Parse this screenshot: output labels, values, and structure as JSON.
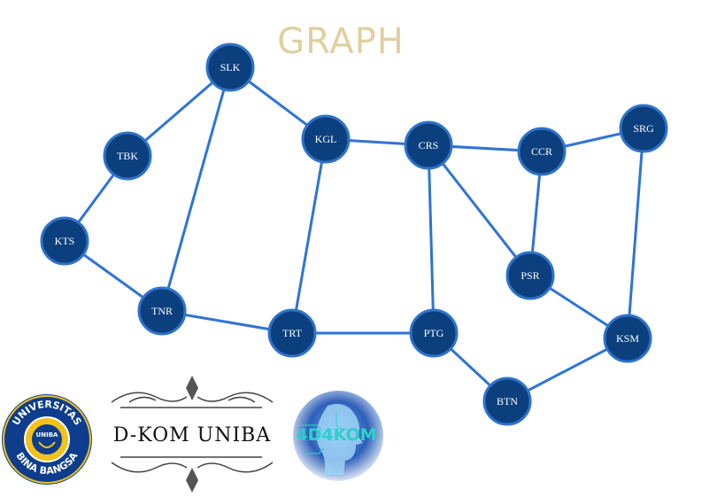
{
  "title": "GRAPH",
  "nodes": [
    {
      "id": "SLK",
      "label": "SLK"
    },
    {
      "id": "TBK",
      "label": "TBK"
    },
    {
      "id": "KGL",
      "label": "KGL"
    },
    {
      "id": "CRS",
      "label": "CRS"
    },
    {
      "id": "CCR",
      "label": "CCR"
    },
    {
      "id": "SRG",
      "label": "SRG"
    },
    {
      "id": "KTS",
      "label": "KTS"
    },
    {
      "id": "PSR",
      "label": "PSR"
    },
    {
      "id": "TNR",
      "label": "TNR"
    },
    {
      "id": "TRT",
      "label": "TRT"
    },
    {
      "id": "PTG",
      "label": "PTG"
    },
    {
      "id": "KSM",
      "label": "KSM"
    },
    {
      "id": "BTN",
      "label": "BTN"
    }
  ],
  "edges": [
    [
      "SLK",
      "TBK"
    ],
    [
      "SLK",
      "KGL"
    ],
    [
      "SLK",
      "TNR"
    ],
    [
      "TBK",
      "KTS"
    ],
    [
      "KTS",
      "TNR"
    ],
    [
      "TNR",
      "TRT"
    ],
    [
      "TRT",
      "PTG"
    ],
    [
      "TRT",
      "KGL"
    ],
    [
      "KGL",
      "CRS"
    ],
    [
      "CRS",
      "CCR"
    ],
    [
      "CRS",
      "PSR"
    ],
    [
      "CRS",
      "PTG"
    ],
    [
      "CCR",
      "SRG"
    ],
    [
      "CCR",
      "PSR"
    ],
    [
      "SRG",
      "KSM"
    ],
    [
      "PSR",
      "KSM"
    ],
    [
      "KSM",
      "BTN"
    ],
    [
      "PTG",
      "BTN"
    ]
  ],
  "logos": {
    "uniba_seal": {
      "text_top": "UNIVERSITAS",
      "text_bottom": "BINA BANGSA",
      "center": "UNIBA"
    },
    "dkom": {
      "text": "D-KOM UNIBA"
    },
    "ai": {
      "text": "4D4KOM"
    }
  },
  "colors": {
    "node_fill": "#0b3f7e",
    "node_stroke": "#2f73c9",
    "edge": "#2e74d6",
    "title": "#e0cfa0"
  }
}
